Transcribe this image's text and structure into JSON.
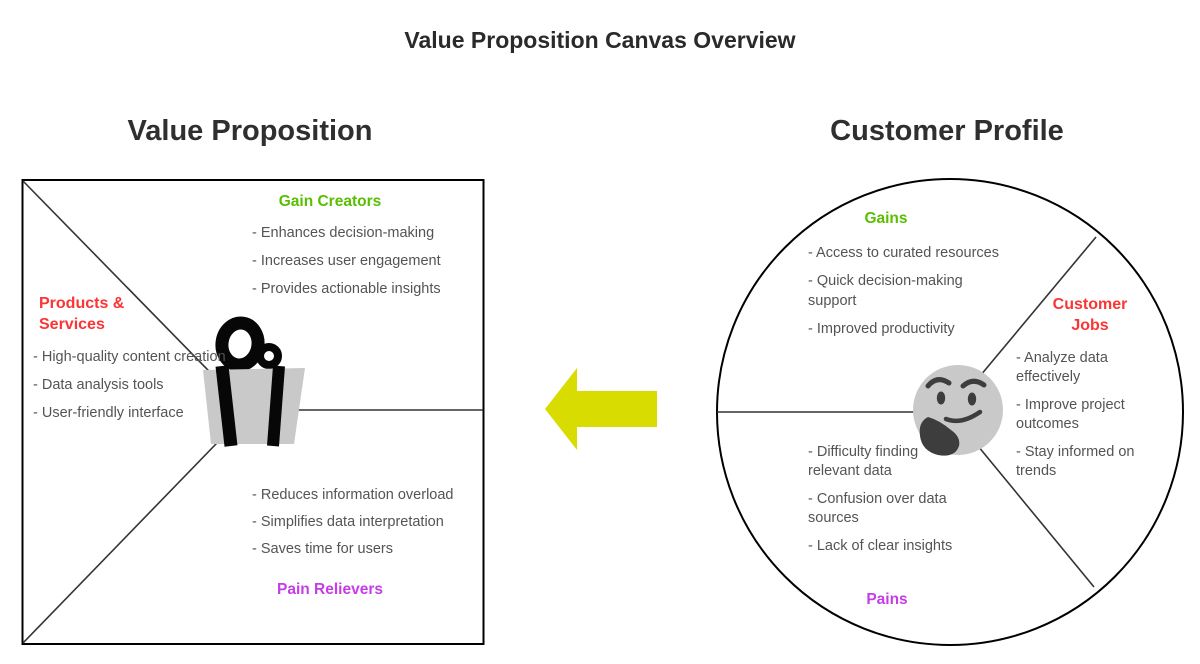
{
  "title": "Value Proposition Canvas Overview",
  "colors": {
    "green": "#5abf00",
    "red": "#fb3434",
    "magenta": "#c53de6",
    "arrow_yellow": "#d9dc00",
    "body_text": "#545454",
    "heading_text": "#2f2f2f",
    "line": "#333333",
    "icon_gray": "#c9c9c9",
    "icon_dark": "#3d3d3d"
  },
  "icons": {
    "gift": "gift-box-icon",
    "thinking_face": "thinking-face-icon",
    "arrow": "left-arrow-icon"
  },
  "value_proposition": {
    "heading": "Value Proposition",
    "gain_creators": {
      "label": "Gain Creators",
      "items": [
        "- Enhances decision-making",
        "- Increases user engagement",
        "- Provides actionable insights"
      ]
    },
    "products_services": {
      "label": "Products & Services",
      "items": [
        "- High-quality content creation",
        "- Data analysis tools",
        "- User-friendly interface"
      ]
    },
    "pain_relievers": {
      "label": "Pain Relievers",
      "items": [
        "- Reduces information overload",
        "- Simplifies data interpretation",
        "- Saves time for users"
      ]
    }
  },
  "customer_profile": {
    "heading": "Customer Profile",
    "gains": {
      "label": "Gains",
      "items": [
        "- Access to curated resources",
        "- Quick decision-making support",
        "- Improved productivity"
      ]
    },
    "customer_jobs": {
      "label": "Customer Jobs",
      "items": [
        "- Analyze data effectively",
        "- Improve project outcomes",
        "- Stay informed on trends"
      ]
    },
    "pains": {
      "label": "Pains",
      "items": [
        "- Difficulty finding relevant data",
        "- Confusion over data sources",
        "- Lack of clear insights"
      ]
    }
  }
}
